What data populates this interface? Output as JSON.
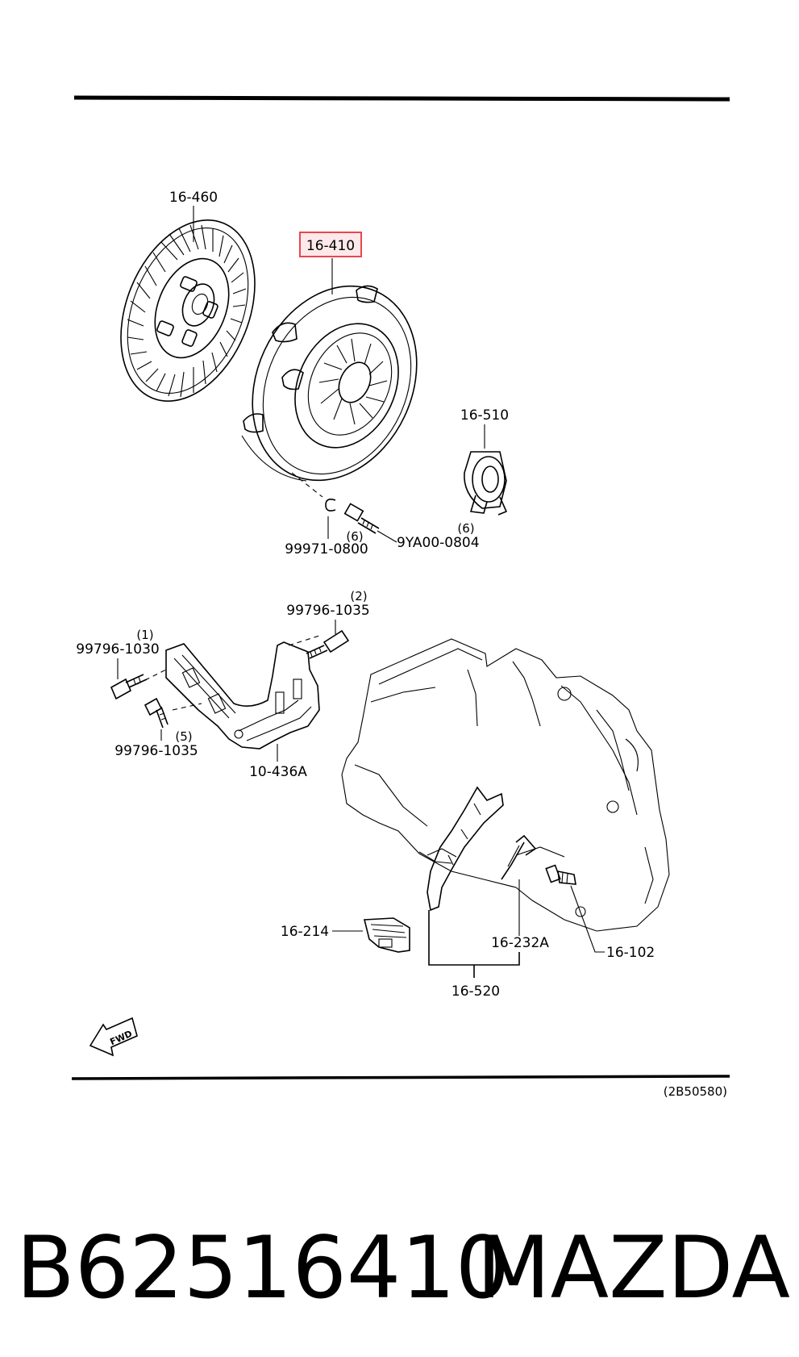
{
  "parts": {
    "disc": "16-460",
    "cover_highlighted": "16-410",
    "release_bearing": "16-510",
    "clip": "99971-0800",
    "clip_qty": "(6)",
    "cover_bolt": "9YA00-0804",
    "cover_bolt_qty": "(6)",
    "bracket_bolt_top": "99796-1035",
    "bracket_bolt_top_qty": "(2)",
    "bracket_bolt_left": "99796-1030",
    "bracket_bolt_left_qty": "(1)",
    "bracket_bolt_lower": "99796-1035",
    "bracket_bolt_lower_qty": "(5)",
    "bracket": "10-436A",
    "boot": "16-214",
    "spring": "16-232A",
    "fork_assy": "16-520",
    "pivot": "16-102"
  },
  "fwd_label": "FWD",
  "diagram_code": "(2B50580)",
  "footer": {
    "part_number": "B62516410",
    "brand": "MAZDA"
  },
  "colors": {
    "highlight_box": "#e8474f",
    "highlight_fill": "#fde9ea",
    "line": "#000000"
  }
}
